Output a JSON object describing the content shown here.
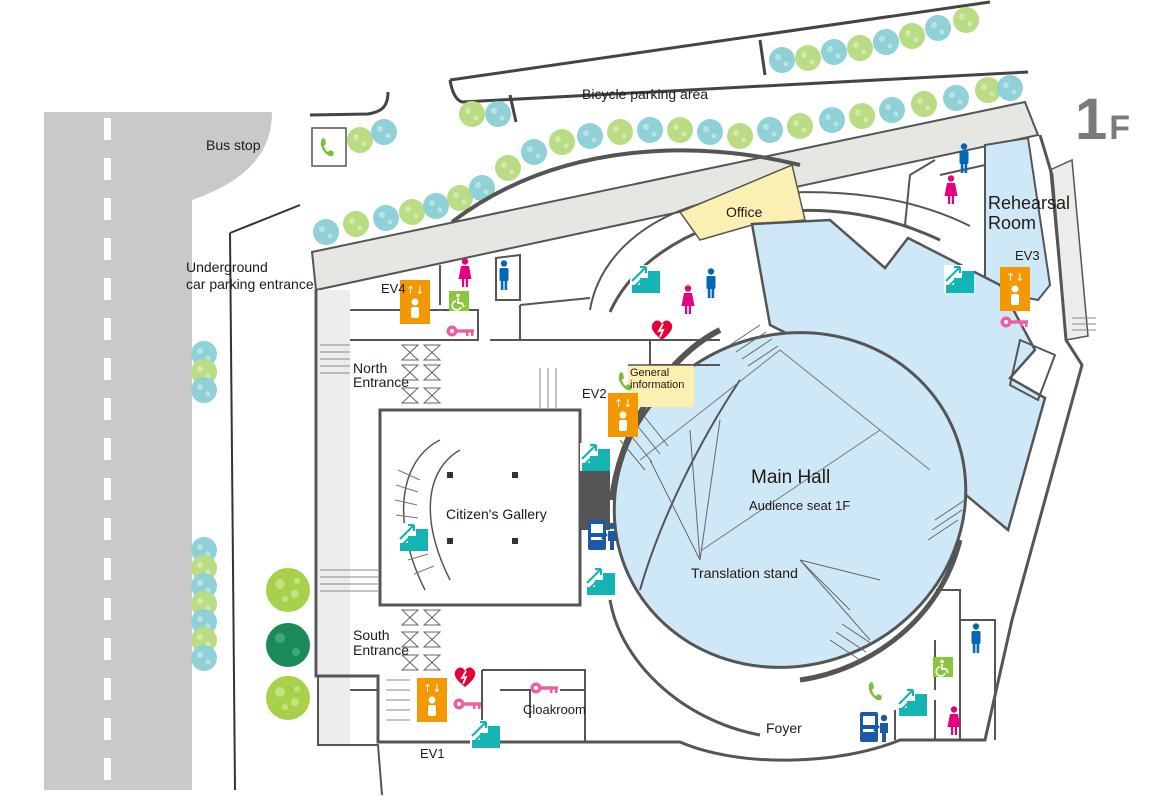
{
  "floor": {
    "number": "1",
    "suffix": "F"
  },
  "labels": {
    "bus_stop": "Bus stop",
    "bicycle_parking": "Bicycle parking area",
    "underground_parking_line1": "Underground",
    "underground_parking_line2": "car parking entrance",
    "office": "Office",
    "rehearsal_line1": "Rehearsal",
    "rehearsal_line2": "Room",
    "ev1": "EV1",
    "ev2": "EV2",
    "ev3": "EV3",
    "ev4": "EV4",
    "north_entrance_line1": "North",
    "north_entrance_line2": "Entrance",
    "south_entrance_line1": "South",
    "south_entrance_line2": "Entrance",
    "general_info_line1": "General",
    "general_info_line2": "information",
    "citizens_gallery": "Citizen's Gallery",
    "main_hall": "Main Hall",
    "audience_seat": "Audience seat 1F",
    "translation_stand": "Translation stand",
    "cloakroom": "Cloakroom",
    "foyer": "Foyer"
  },
  "colors": {
    "road": "#c9c9c9",
    "lane_mark": "#ffffff",
    "hall_blue": "#cfe8f7",
    "office_yellow": "#fbf0b2",
    "info_yellow": "#fbf0b2",
    "wall": "#5a5a5a",
    "walkway": "#e6e6e2",
    "elevator_orange": "#f39800",
    "stairs_teal": "#14b4b4",
    "female_pink": "#e4007f",
    "male_blue": "#0068b7",
    "accessible_green": "#8cc63f",
    "aed_red": "#e60033",
    "key_pink": "#ee5ea0",
    "phone_green": "#7cbd3c",
    "tree_green": "#a8d14b",
    "tree_dark": "#1a8a5a",
    "hedge_green": "#b9dc84",
    "hedge_teal": "#8fd1d6"
  },
  "icons": [
    "elevator-icon",
    "stairs-icon",
    "female-restroom-icon",
    "male-restroom-icon",
    "accessible-restroom-icon",
    "aed-icon",
    "locker-key-icon",
    "telephone-icon",
    "vending-machine-icon",
    "tree-icon"
  ]
}
